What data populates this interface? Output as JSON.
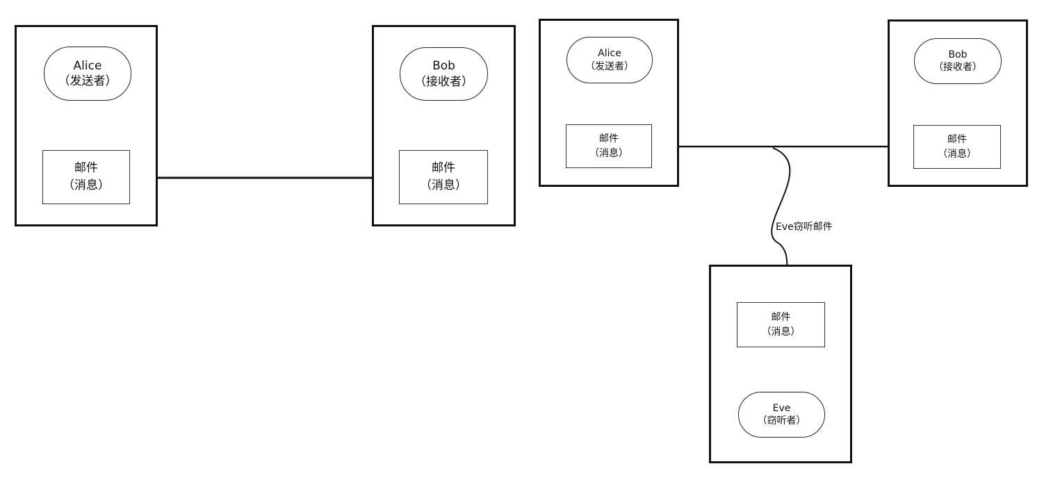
{
  "left": {
    "sender": {
      "name": "Alice",
      "role": "（发送者）"
    },
    "sender_mail": {
      "label": "邮件",
      "sub": "（消息）"
    },
    "receiver": {
      "name": "Bob",
      "role": "（接收者）"
    },
    "receiver_mail": {
      "label": "邮件",
      "sub": "（消息）"
    }
  },
  "right": {
    "sender": {
      "name": "Alice",
      "role": "（发送者）"
    },
    "sender_mail": {
      "label": "邮件",
      "sub": "（消息）"
    },
    "receiver": {
      "name": "Bob",
      "role": "（接收者）"
    },
    "receiver_mail": {
      "label": "邮件",
      "sub": "（消息）"
    },
    "eavesdrop_label": "Eve窃听邮件",
    "eve_mail": {
      "label": "邮件",
      "sub": "（消息）"
    },
    "eve": {
      "name": "Eve",
      "role": "（窃听者）"
    }
  }
}
